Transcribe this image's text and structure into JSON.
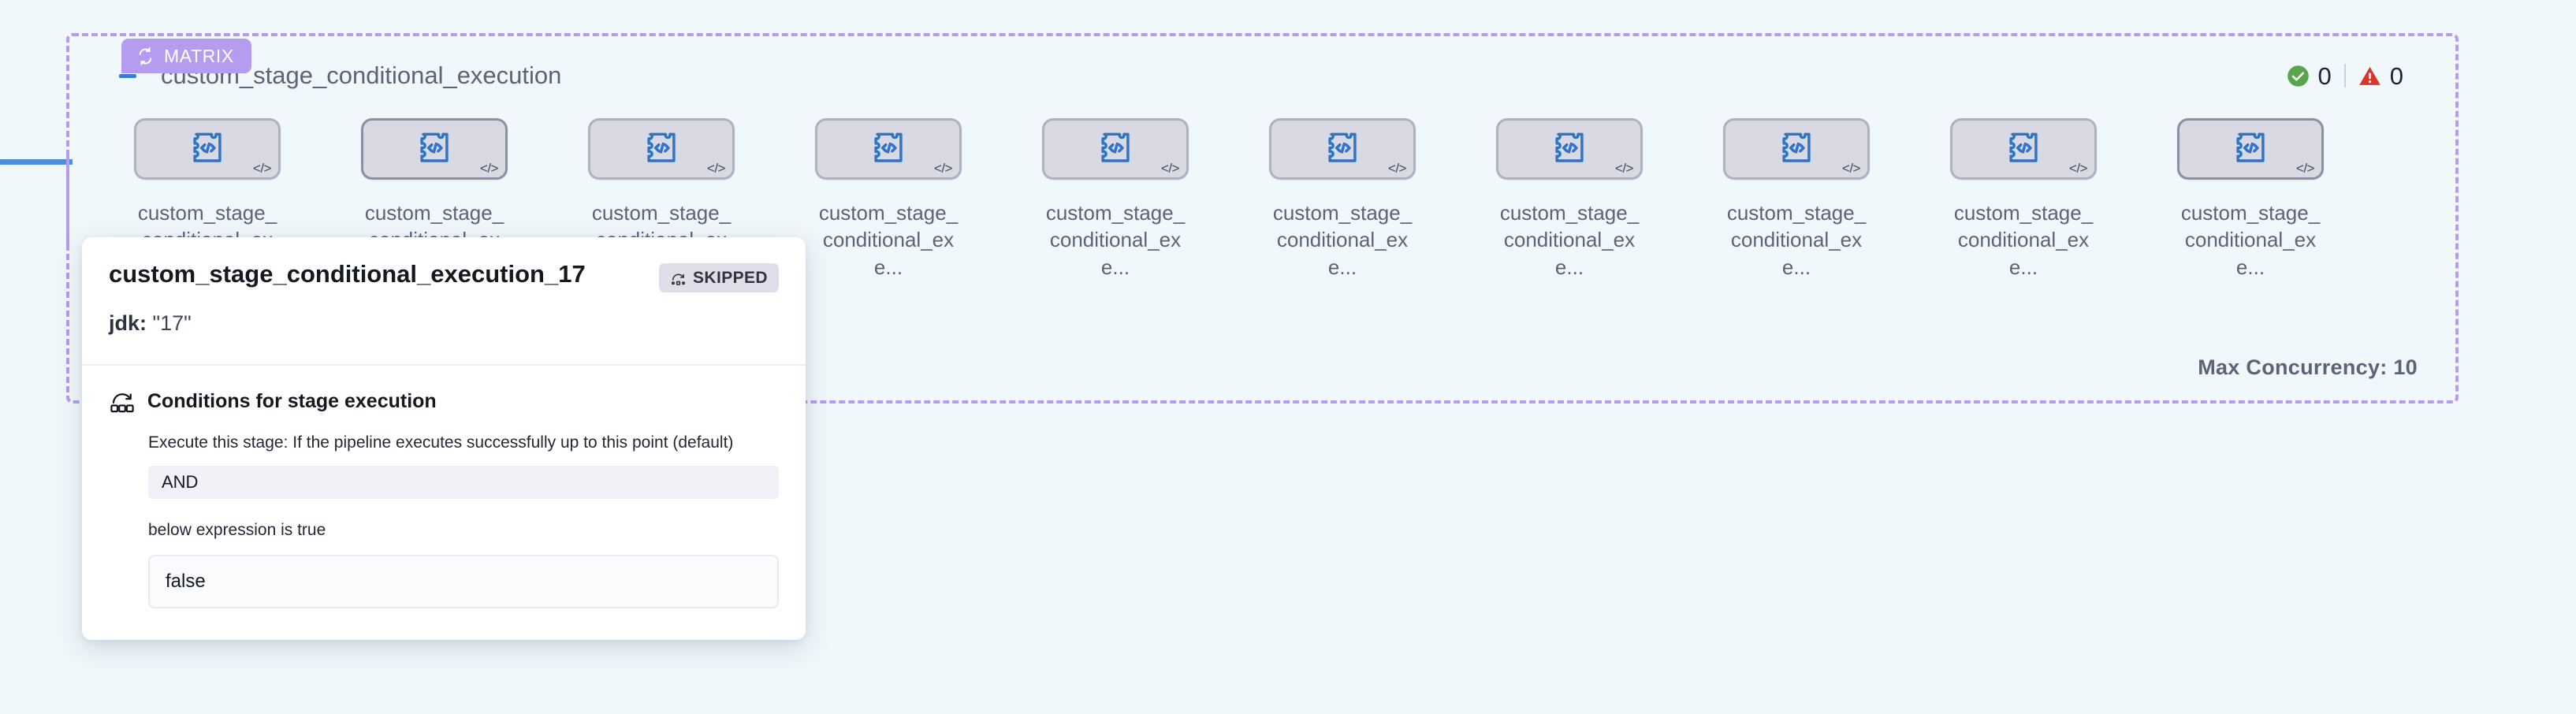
{
  "group": {
    "badge": {
      "label": "MATRIX",
      "icon": "loop-icon",
      "color": "#b69cf0"
    },
    "title": "custom_stage_conditional_execution",
    "collapse_icon": "minus-icon",
    "max_concurrency": "Max Concurrency: 10",
    "status": {
      "success_icon": "check-circle-icon",
      "success_count": "0",
      "warning_icon": "warning-triangle-icon",
      "warning_count": "0",
      "success_color": "#5aa450",
      "warning_color": "#d9352a"
    }
  },
  "nodes": [
    {
      "label": "custom_stage_conditional_exe...",
      "icon": "puzzle-code-icon",
      "corner_icon": "code-tag-icon",
      "hovered": false
    },
    {
      "label": "custom_stage_conditional_exe...",
      "icon": "puzzle-code-icon",
      "corner_icon": "code-tag-icon",
      "hovered": true
    },
    {
      "label": "custom_stage_conditional_exe...",
      "icon": "puzzle-code-icon",
      "corner_icon": "code-tag-icon",
      "hovered": false
    },
    {
      "label": "custom_stage_conditional_exe...",
      "icon": "puzzle-code-icon",
      "corner_icon": "code-tag-icon",
      "hovered": false
    },
    {
      "label": "custom_stage_conditional_exe...",
      "icon": "puzzle-code-icon",
      "corner_icon": "code-tag-icon",
      "hovered": false
    },
    {
      "label": "custom_stage_conditional_exe...",
      "icon": "puzzle-code-icon",
      "corner_icon": "code-tag-icon",
      "hovered": false
    },
    {
      "label": "custom_stage_conditional_exe...",
      "icon": "puzzle-code-icon",
      "corner_icon": "code-tag-icon",
      "hovered": false
    },
    {
      "label": "custom_stage_conditional_exe...",
      "icon": "puzzle-code-icon",
      "corner_icon": "code-tag-icon",
      "hovered": false
    },
    {
      "label": "custom_stage_conditional_exe...",
      "icon": "puzzle-code-icon",
      "corner_icon": "code-tag-icon",
      "hovered": false
    },
    {
      "label": "custom_stage_conditional_exe...",
      "icon": "puzzle-code-icon",
      "corner_icon": "code-tag-icon",
      "hovered": true
    }
  ],
  "popover": {
    "title": "custom_stage_conditional_execution_17",
    "status_badge": {
      "label": "SKIPPED",
      "icon": "skip-arc-icon"
    },
    "subtitle_key": "jdk:",
    "subtitle_value": "\"17\"",
    "conditions": {
      "icon": "conditions-icon",
      "heading": "Conditions for stage execution",
      "description": "Execute this stage: If the pipeline executes successfully up to this point (default)",
      "operator": "AND",
      "expression_note": "below expression is true",
      "expression_value": "false"
    }
  }
}
